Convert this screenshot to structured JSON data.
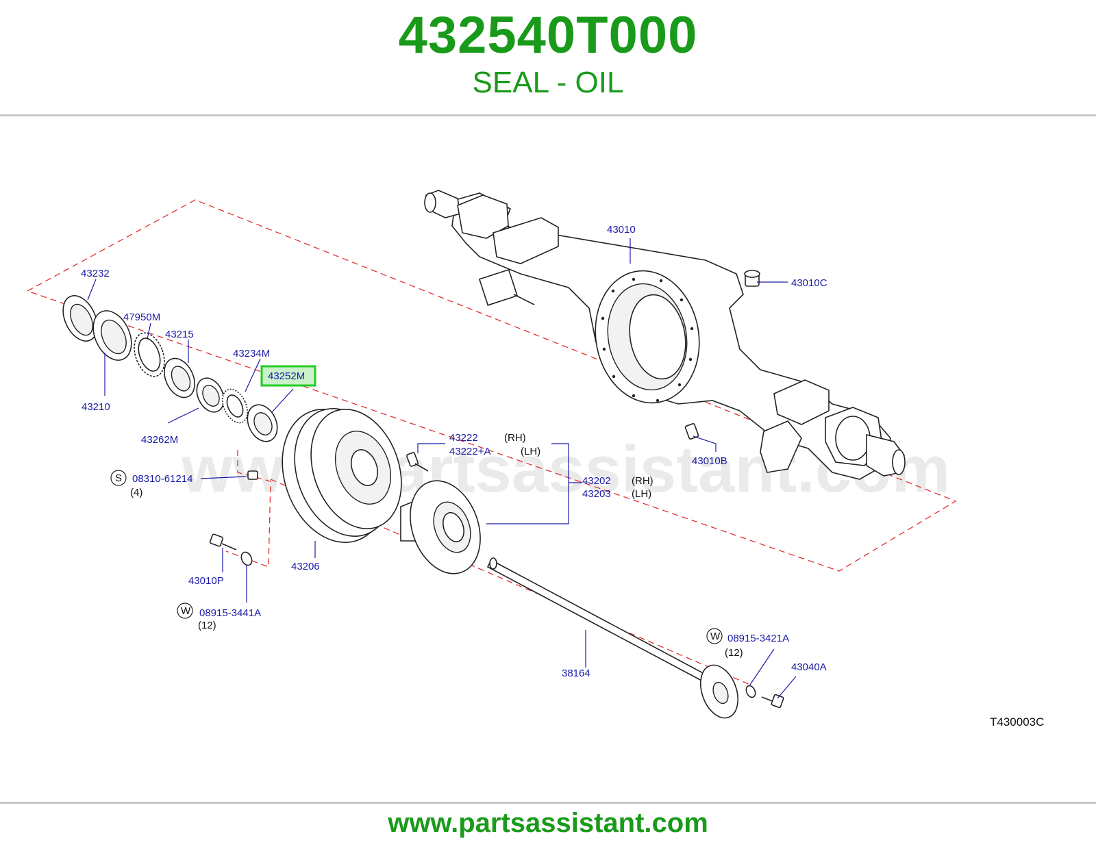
{
  "header": {
    "part_number": "432540T000",
    "part_name": "SEAL - OIL"
  },
  "watermark": "www.partsassistant.com",
  "diagram": {
    "highlighted_callout": "43252M",
    "highlight_color": "#22cc22",
    "label_color": "#1a1aa8",
    "title_color": "#1a9a1a",
    "callouts": {
      "c43010": "43010",
      "c43010C": "43010C",
      "c43010B": "43010B",
      "c43232": "43232",
      "c47950M": "47950M",
      "c43215": "43215",
      "c43234M": "43234M",
      "c43252M": "43252M",
      "c43210": "43210",
      "c43262M": "43262M",
      "c08310_61214": "08310-61214",
      "qty_4": "(4)",
      "c43222": "43222",
      "c43222A": "43222+A",
      "rh1": "(RH)",
      "lh1": "(LH)",
      "c43202": "43202",
      "c43203": "43203",
      "rh2": "(RH)",
      "lh2": "(LH)",
      "c43206": "43206",
      "c43010P": "43010P",
      "c08915_3441A": "08915-3441A",
      "qty_12a": "(12)",
      "c38164": "38164",
      "c08915_3421A": "08915-3421A",
      "qty_12b": "(12)",
      "c43040A": "43040A",
      "sym_s": "S",
      "sym_w1": "W",
      "sym_w2": "W"
    },
    "reference_code": "T430003C"
  },
  "footer": {
    "url": "www.partsassistant.com"
  }
}
